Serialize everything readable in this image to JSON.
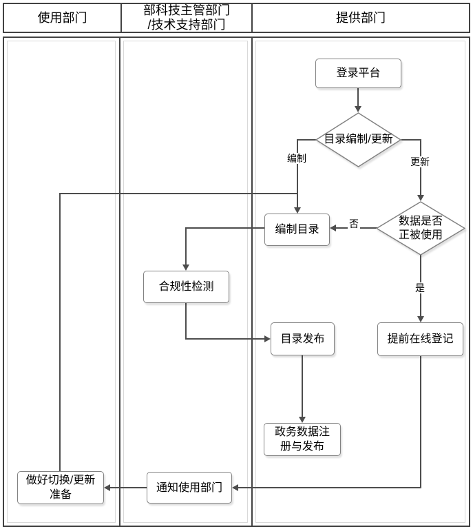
{
  "diagram_type": "swimlane-flowchart",
  "lanes": [
    {
      "title": "使用部门"
    },
    {
      "title": "部科技主管部门\n/技术支持部门"
    },
    {
      "title": "提供部门"
    }
  ],
  "nodes": {
    "login": "登录平台",
    "decision_compile_or_update": "目录编制/更新",
    "compile_catalog": "编制目录",
    "decision_data_in_use": "数据是否\n正被使用",
    "compliance_check": "合规性检测",
    "catalog_publish": "目录发布",
    "register_online_in_advance": "提前在线登记",
    "gov_data_register_publish": "政务数据注\n册与发布",
    "notify_user_department": "通知使用部门",
    "prepare_switch_update": "做好切换/更新\n准备"
  },
  "edge_labels": {
    "compile": "编制",
    "update": "更新",
    "no": "否",
    "yes": "是"
  },
  "colors": {
    "flow_line": "#4d4d4d",
    "node_border": "#828282",
    "lane_border": "#424242",
    "lane_inner_border": "#d9d9d9",
    "node_fill": "#ffffff",
    "text": "#000000"
  }
}
